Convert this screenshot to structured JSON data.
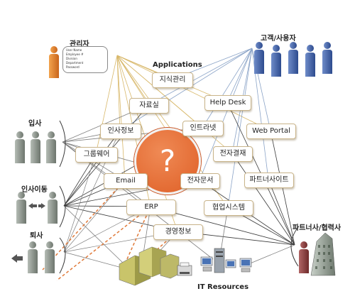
{
  "groups": {
    "admin": "관리자",
    "customer": "고객/사용자",
    "join": "입사",
    "transfer": "인사이동",
    "leave": "퇴사",
    "partner": "파트너사/협력사"
  },
  "applications_title": "Applications",
  "it_resources_title": "IT Resources",
  "center_symbol": "?",
  "form_fields": [
    "User Name",
    "Employee #",
    "Division",
    "Department",
    "Password"
  ],
  "apps": [
    {
      "id": "km",
      "label": "지식관리"
    },
    {
      "id": "pds",
      "label": "자료실"
    },
    {
      "id": "helpdesk",
      "label": "Help Desk"
    },
    {
      "id": "hr",
      "label": "인사정보"
    },
    {
      "id": "intranet",
      "label": "인트라넷"
    },
    {
      "id": "webportal",
      "label": "Web Portal"
    },
    {
      "id": "groupware",
      "label": "그룹웨어"
    },
    {
      "id": "approval",
      "label": "전자결재"
    },
    {
      "id": "email",
      "label": "Email"
    },
    {
      "id": "edoc",
      "label": "전자문서"
    },
    {
      "id": "partnersite",
      "label": "파트너사이트"
    },
    {
      "id": "erp",
      "label": "ERP"
    },
    {
      "id": "collab",
      "label": "협업시스템"
    },
    {
      "id": "mgmt",
      "label": "경영정보"
    }
  ],
  "colors": {
    "accent": "#df5f26",
    "line_gold": "#d8b86a",
    "line_blue": "#8aa3c7",
    "line_gray": "#7f7f7f",
    "line_dark": "#3a3a3a",
    "dashed": "#e07a3a"
  }
}
